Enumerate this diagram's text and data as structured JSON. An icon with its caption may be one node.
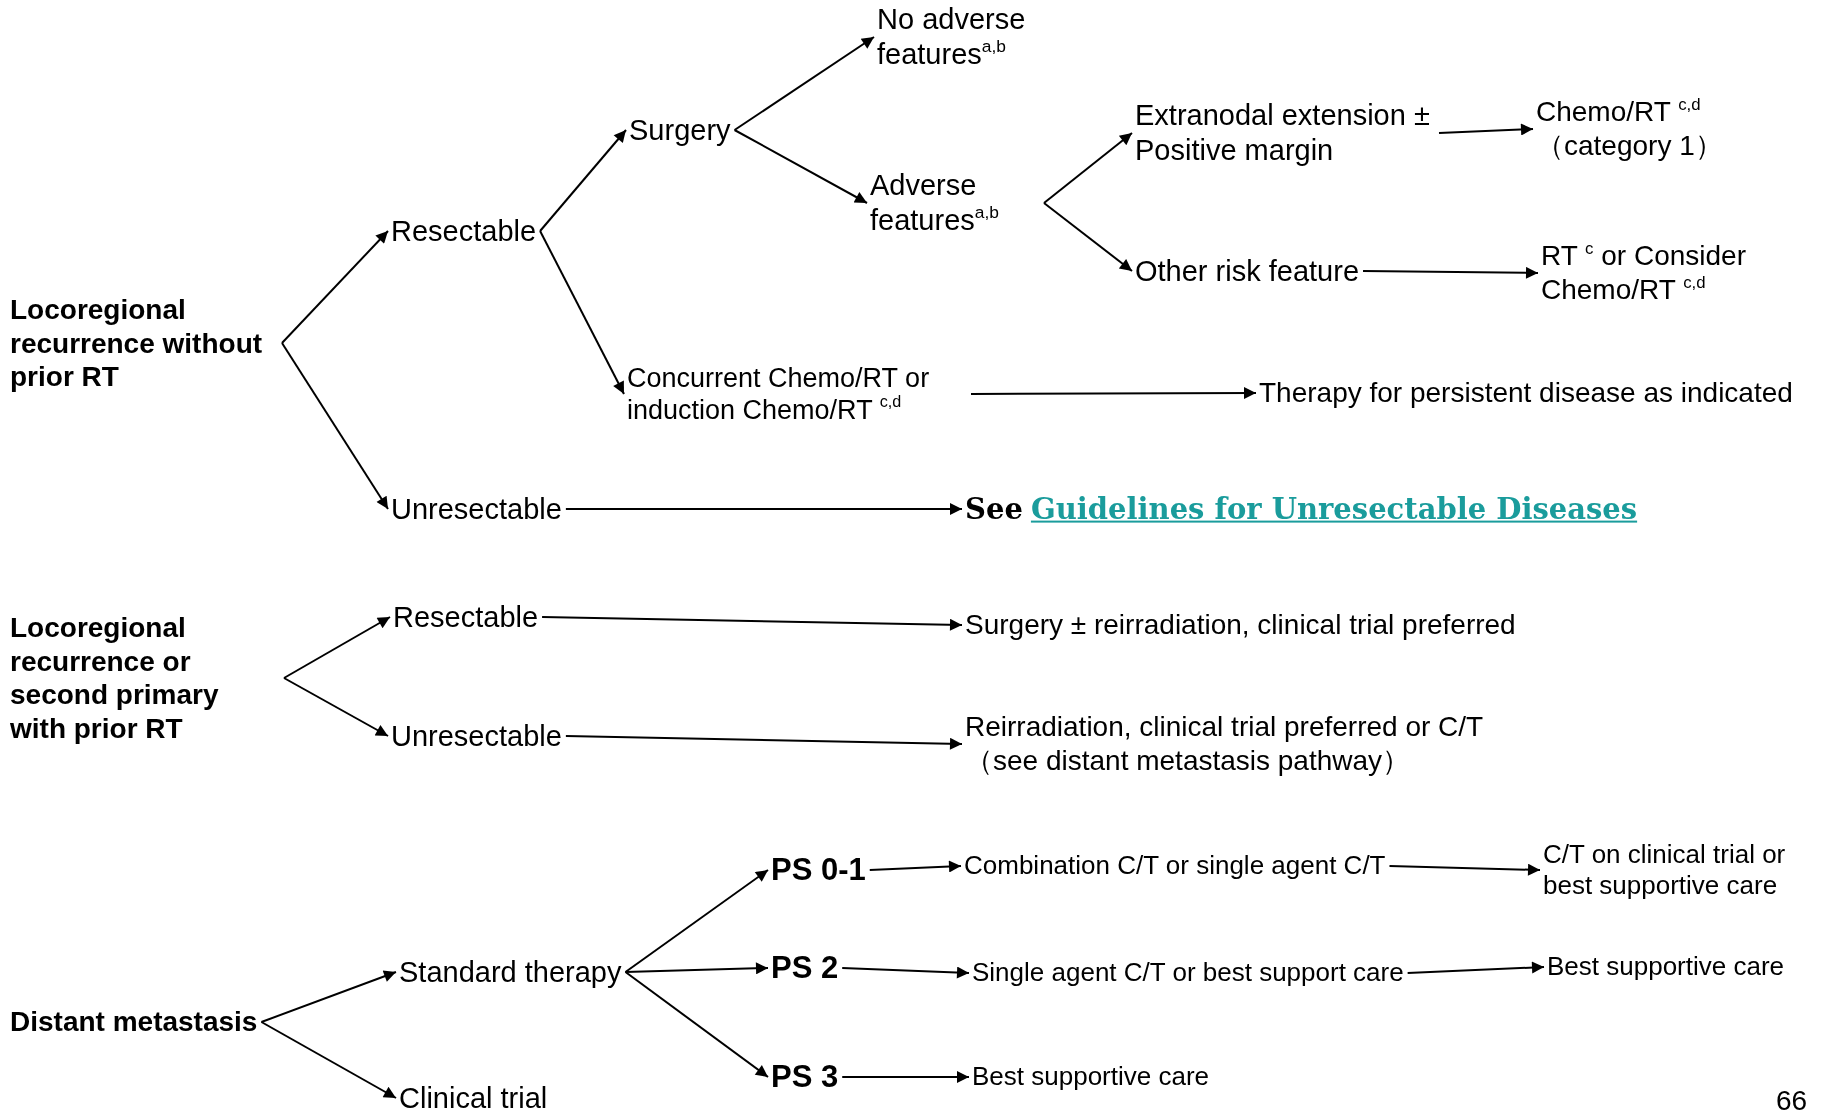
{
  "diagram": {
    "nodes": [
      {
        "text": [
          "Locoregional recurrence without prior RT"
        ]
      },
      {
        "text": [
          "Resectable"
        ]
      },
      {
        "text": [
          "Surgery"
        ]
      },
      {
        "text": [
          "No adverse features$^{a,b}$"
        ]
      },
      {
        "text": [
          "Adverse features$^{a,b}$"
        ]
      },
      {
        "text": [
          "Extranodal extension ± Positive margin"
        ]
      },
      {
        "text": [
          "Chemo/RT $^{c,d}$ （category 1）"
        ]
      },
      {
        "text": [
          "Other risk feature"
        ]
      },
      {
        "text": [
          "RT $^{c}$ or Consider Chemo/RT $^{c,d}$"
        ]
      },
      {
        "text": [
          "Concurrent Chemo/RT or induction Chemo/RT $^{c,d}$"
        ]
      },
      {
        "text": [
          "Therapy for persistent disease as indicated"
        ]
      },
      {
        "text": [
          "Unresectable"
        ]
      },
      {
        "text": [
          "See",
          "Guidelines for Unresectable Diseases"
        ]
      },
      {
        "text": [
          "Locoregional recurrence or second primary with prior RT"
        ]
      },
      {
        "text": [
          "Resectable"
        ]
      },
      {
        "text": [
          "Surgery ± reirradiation, clinical trial preferred"
        ]
      },
      {
        "text": [
          "Unresectable"
        ]
      },
      {
        "text": [
          "Reirradiation, clinical trial preferred or C/T （see distant metastasis pathway）"
        ]
      },
      {
        "text": [
          "Distant metastasis"
        ]
      },
      {
        "text": [
          "Standard therapy"
        ]
      },
      {
        "text": [
          "Clinical trial"
        ]
      },
      {
        "text": [
          "PS 0-1"
        ]
      },
      {
        "text": [
          "PS 2"
        ]
      },
      {
        "text": [
          "PS 3"
        ]
      },
      {
        "text": [
          "Combination C/T or single agent C/T"
        ]
      },
      {
        "text": [
          "C/T on clinical trial or best supportive care"
        ]
      },
      {
        "text": [
          "Single agent C/T or best support care"
        ]
      },
      {
        "text": [
          "Best supportive care"
        ]
      },
      {
        "text": [
          "Best supportive care"
        ]
      }
    ],
    "edges": [
      {
        "from": 0,
        "to": 1,
        "arrow": "to"
      },
      {
        "from": 0,
        "to": 11,
        "arrow": "to"
      },
      {
        "from": 1,
        "to": 2,
        "arrow": "to"
      },
      {
        "from": 1,
        "to": 9,
        "arrow": "to"
      },
      {
        "from": 2,
        "to": 3,
        "arrow": "to"
      },
      {
        "from": 2,
        "to": 4,
        "arrow": "to"
      },
      {
        "from": 4,
        "to": 5,
        "arrow": "to"
      },
      {
        "from": 4,
        "to": 7,
        "arrow": "to"
      },
      {
        "from": 5,
        "to": 6,
        "arrow": "to"
      },
      {
        "from": 7,
        "to": 8,
        "arrow": "to"
      },
      {
        "from": 9,
        "to": 10,
        "arrow": "to"
      },
      {
        "from": 11,
        "to": 12,
        "arrow": "to"
      },
      {
        "from": 13,
        "to": 14,
        "arrow": "to"
      },
      {
        "from": 13,
        "to": 16,
        "arrow": "to"
      },
      {
        "from": 14,
        "to": 15,
        "arrow": "to"
      },
      {
        "from": 16,
        "to": 17,
        "arrow": "to"
      },
      {
        "from": 18,
        "to": 19,
        "arrow": "to"
      },
      {
        "from": 18,
        "to": 20,
        "arrow": "to"
      },
      {
        "from": 19,
        "to": 21,
        "arrow": "to"
      },
      {
        "from": 19,
        "to": 22,
        "arrow": "to"
      },
      {
        "from": 19,
        "to": 23,
        "arrow": "to"
      },
      {
        "from": 21,
        "to": 24,
        "arrow": "to"
      },
      {
        "from": 24,
        "to": 25,
        "arrow": "to"
      },
      {
        "from": 22,
        "to": 26,
        "arrow": "to"
      },
      {
        "from": 26,
        "to": 27,
        "arrow": "to"
      },
      {
        "from": 23,
        "to": 28,
        "arrow": "to"
      }
    ],
    "labels": [
      "66"
    ]
  }
}
